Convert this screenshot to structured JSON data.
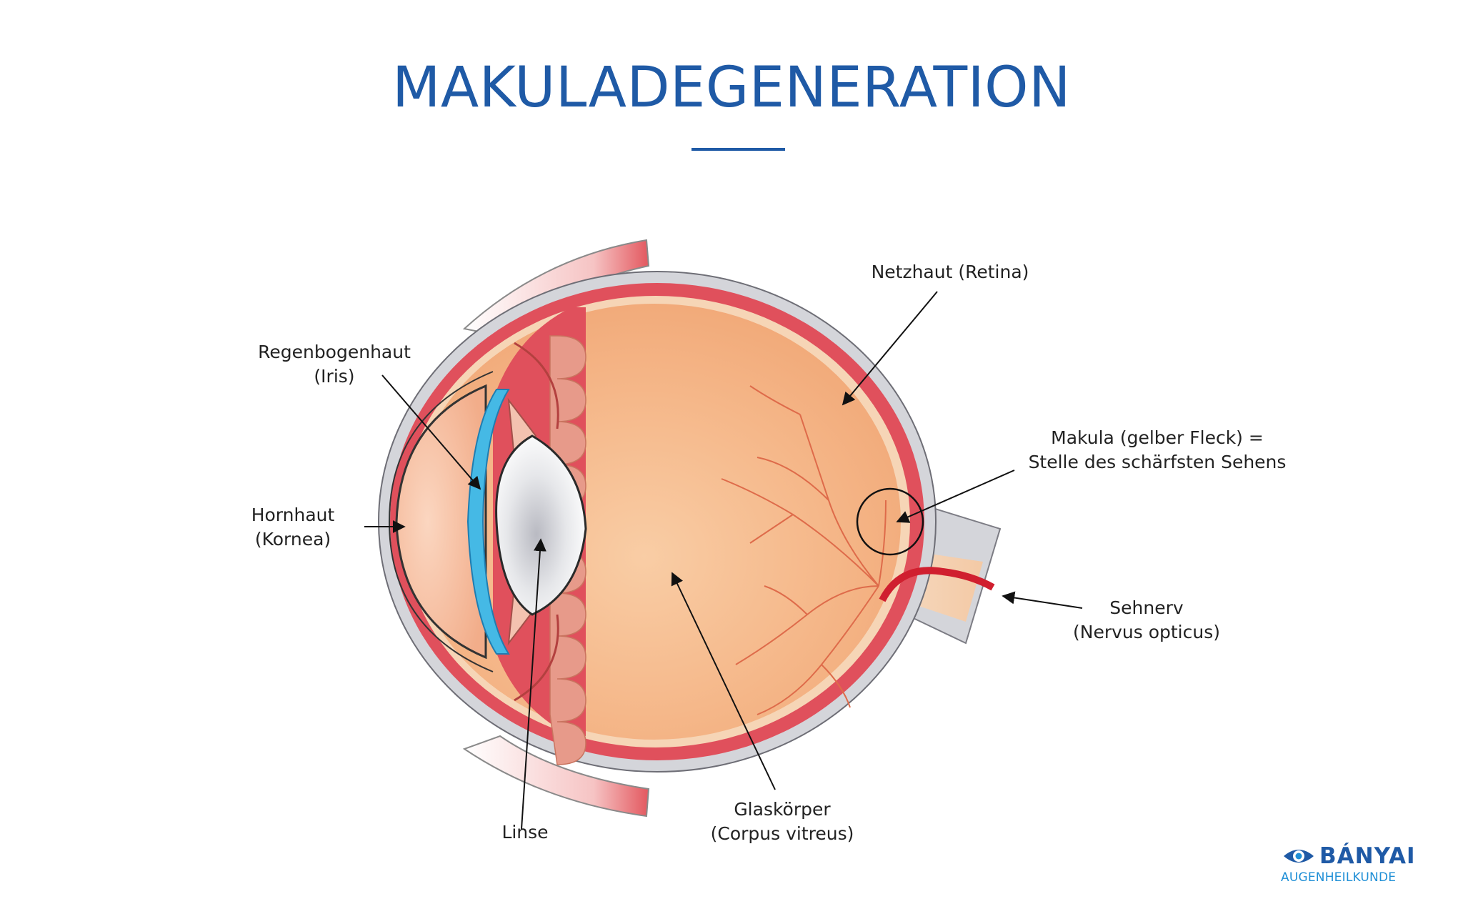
{
  "title": "MAKULADEGENERATION",
  "labels": {
    "iris": [
      "Regenbogenhaut",
      "(Iris)"
    ],
    "cornea": [
      "Hornhaut",
      "(Kornea)"
    ],
    "lens": [
      "Linse"
    ],
    "vitreous": [
      "Glaskörper",
      "(Corpus vitreus)"
    ],
    "retina": [
      "Netzhaut (Retina)"
    ],
    "macula": [
      "Makula (gelber Fleck) =",
      "Stelle des schärfsten Sehens"
    ],
    "optic_nerve": [
      "Sehnerv",
      "(Nervus opticus)"
    ]
  },
  "logo": {
    "name": "BÁNYAI",
    "subtitle": "AUGENHEILKUNDE",
    "icon": "eye-icon"
  },
  "colors": {
    "brand_blue": "#1f5aa6",
    "brand_light_blue": "#1f8fd6",
    "sclera_gray": "#d4d5da",
    "choroid_red": "#e0505c",
    "vitreous_orange": "#f3b07f",
    "retina_cream": "#f6d5b6",
    "cornea_blue": "#45b9e5"
  }
}
